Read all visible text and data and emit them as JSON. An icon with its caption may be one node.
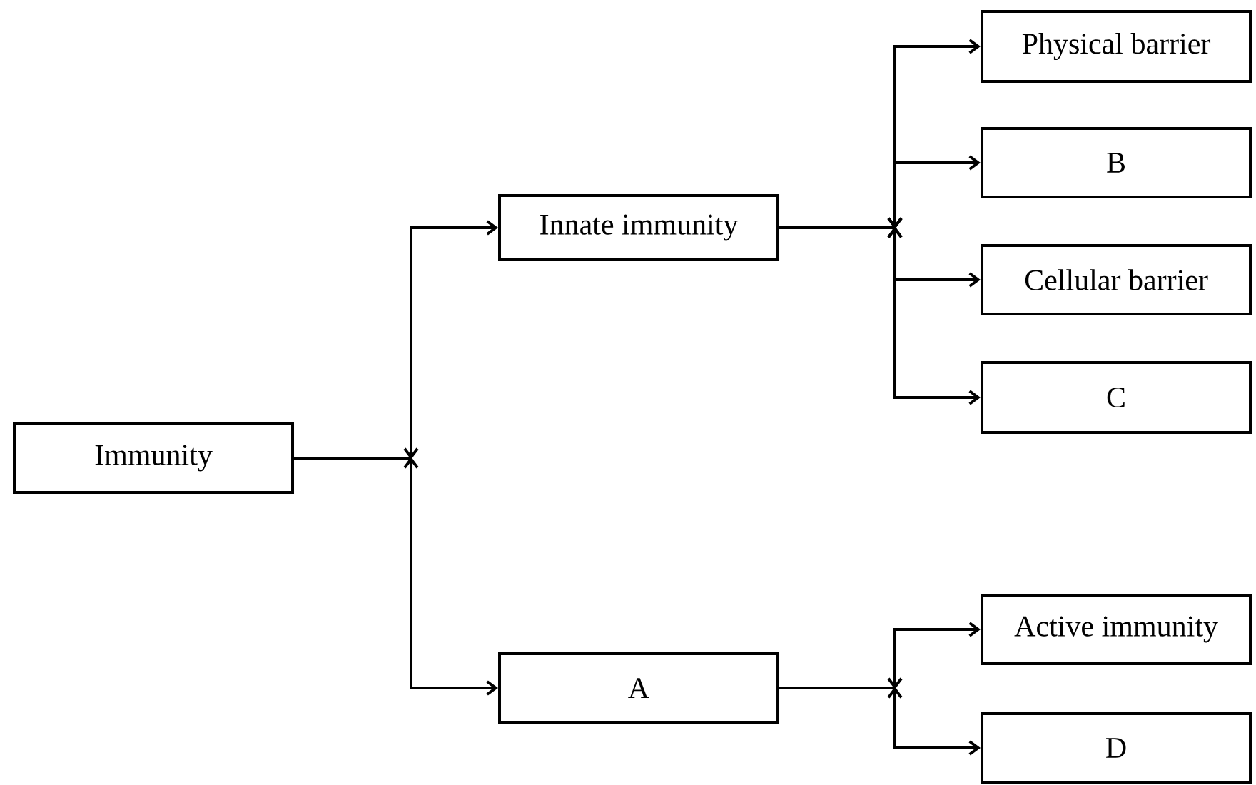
{
  "diagram": {
    "nodes": [
      {
        "text": [
          "Immunity"
        ]
      },
      {
        "text": [
          "Innate immunity"
        ]
      },
      {
        "text": [
          "Physical barrier"
        ]
      },
      {
        "text": [
          "B"
        ]
      },
      {
        "text": [
          "Cellular barrier"
        ]
      },
      {
        "text": [
          "C"
        ]
      },
      {
        "text": [
          "A"
        ]
      },
      {
        "text": [
          "Active immunity"
        ]
      },
      {
        "text": [
          "D"
        ]
      }
    ],
    "edges": [
      {
        "from": 0,
        "to": 1,
        "arrow": "to"
      },
      {
        "from": 0,
        "to": 6,
        "arrow": "to"
      },
      {
        "from": 1,
        "to": 2,
        "arrow": "to"
      },
      {
        "from": 1,
        "to": 3,
        "arrow": "to"
      },
      {
        "from": 1,
        "to": 4,
        "arrow": "to"
      },
      {
        "from": 1,
        "to": 5,
        "arrow": "to"
      },
      {
        "from": 6,
        "to": 7,
        "arrow": "to"
      },
      {
        "from": 6,
        "to": 8,
        "arrow": "to"
      }
    ]
  }
}
